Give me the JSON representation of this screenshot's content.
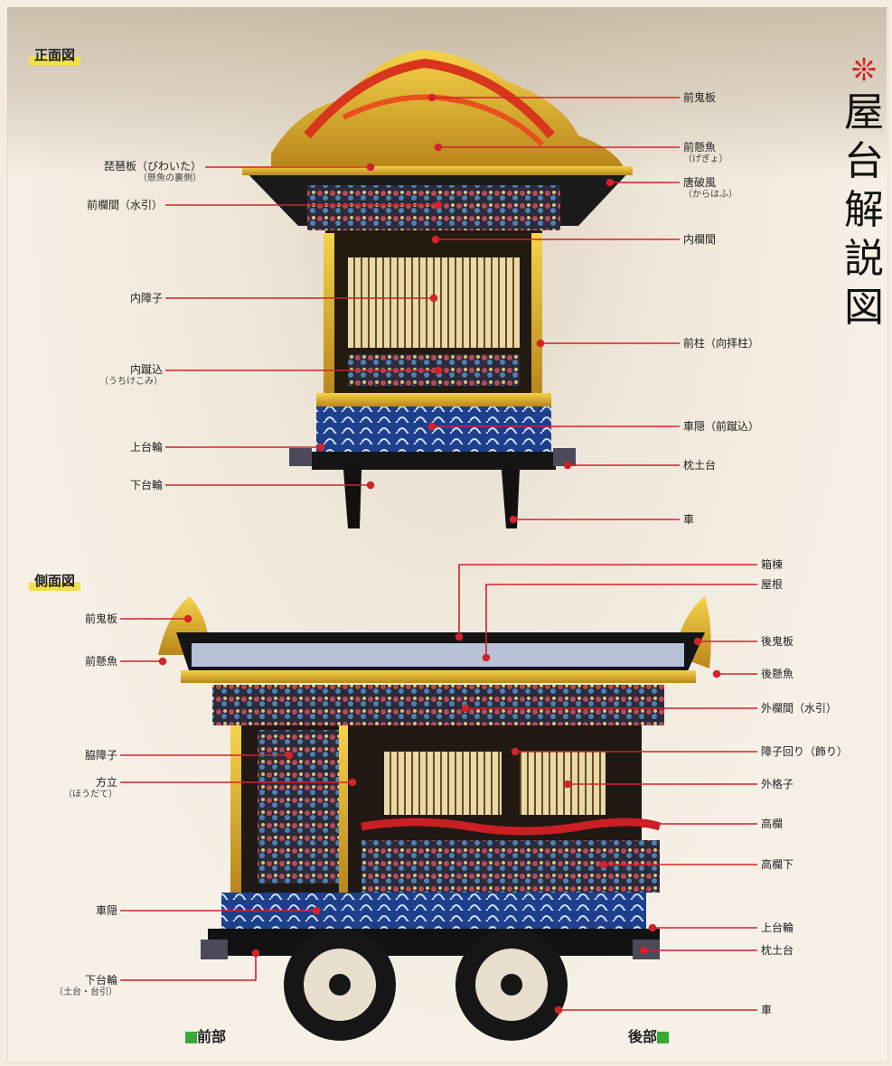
{
  "title": {
    "chars": [
      "屋",
      "台",
      "解",
      "説",
      "図"
    ]
  },
  "front": {
    "title": "正面図",
    "labels": {
      "maeonita": "前鬼板",
      "maekengyo": "前懸魚",
      "maekengyo_sub": "（げぎょ）",
      "karahafu": "唐破風",
      "karahafu_sub": "（からはふ）",
      "biwaita": "琵琶板（びわいた）",
      "biwaita_sub": "（懸魚の裏側）",
      "maeranma": "前欄間（水引）",
      "uchiranma": "内欄間",
      "uchishoji": "内障子",
      "maebashira": "前柱（向拝柱）",
      "uchikeikomi": "内蹴込",
      "uchikeikomi_sub": "（うちけこみ）",
      "kuruma_kakushi": "車隠（前蹴込）",
      "uwa_dai": "上台輪",
      "makura_dodai": "枕土台",
      "shita_dai": "下台輪",
      "kuruma": "車"
    }
  },
  "side": {
    "title": "側面図",
    "labels": {
      "hakomune": "箱棟",
      "yane": "屋根",
      "maeonita": "前鬼板",
      "ushirooni": "後鬼板",
      "maekengyo": "前懸魚",
      "ushirokengyo": "後懸魚",
      "sotoranma": "外欄間（水引）",
      "wakishoji": "脇障子",
      "shojimawari": "障子回り（飾り）",
      "hodate": "方立",
      "hodate_sub": "（ほうだて）",
      "sotokoshi": "外格子",
      "koran": "高欄",
      "koranshita": "高欄下",
      "kuruma_kakushi": "車隠",
      "uwa_dai": "上台輪",
      "makura_dodai": "枕土台",
      "shita_dai": "下台輪",
      "shita_dai_sub": "（土台・台引）",
      "kuruma": "車"
    },
    "front_part": "前部",
    "rear_part": "後部"
  },
  "colors": {
    "leader": "#d2232a",
    "legend": "#39a935",
    "title_bar": "#f2e04a"
  }
}
